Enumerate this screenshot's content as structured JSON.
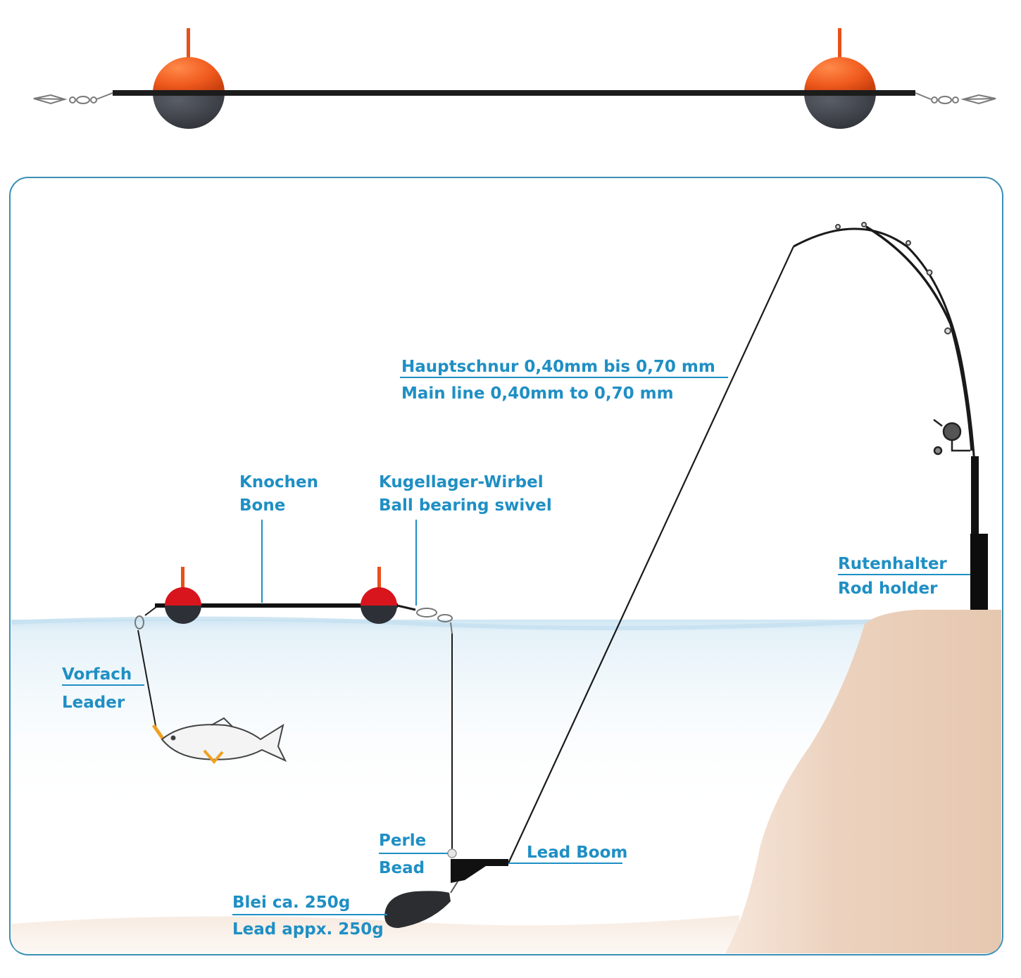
{
  "colors": {
    "accent_blue": "#1f8fc4",
    "frame_blue": "#3a8fb4",
    "float_orange": "#f05a1e",
    "float_red": "#d8141c",
    "float_dark": "#3c3f47",
    "water_blue": "#cfe6f3",
    "bank_sand": "#ecd2be",
    "line_black": "#1a1a1a"
  },
  "labels": {
    "main_line_de": "Hauptschnur 0,40mm bis 0,70 mm",
    "main_line_en": "Main line 0,40mm to 0,70 mm",
    "bone_de": "Knochen",
    "bone_en": "Bone",
    "swivel_de": "Kugellager-Wirbel",
    "swivel_en": "Ball bearing swivel",
    "rod_holder_de": "Rutenhalter",
    "rod_holder_en": "Rod holder",
    "leader_de": "Vorfach",
    "leader_en": "Leader",
    "bead_de": "Perle",
    "bead_en": "Bead",
    "lead_boom": "Lead Boom",
    "lead_de": "Blei ca. 250g",
    "lead_en": "Lead appx. 250g"
  }
}
